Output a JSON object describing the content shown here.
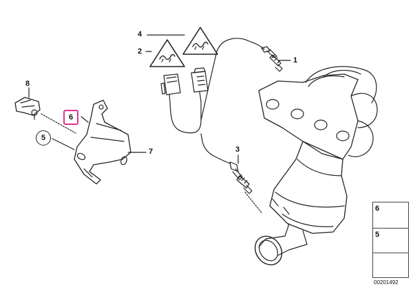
{
  "callouts": {
    "c1": "1",
    "c2": "2",
    "c3": "3",
    "c4": "4",
    "c5": "5",
    "c6": "6",
    "c7": "7",
    "c8": "8"
  },
  "legend": {
    "item_a": "6",
    "item_b": "5"
  },
  "diagram_id": "00201492",
  "colors": {
    "highlight": "#e0308f",
    "line": "#222222"
  }
}
